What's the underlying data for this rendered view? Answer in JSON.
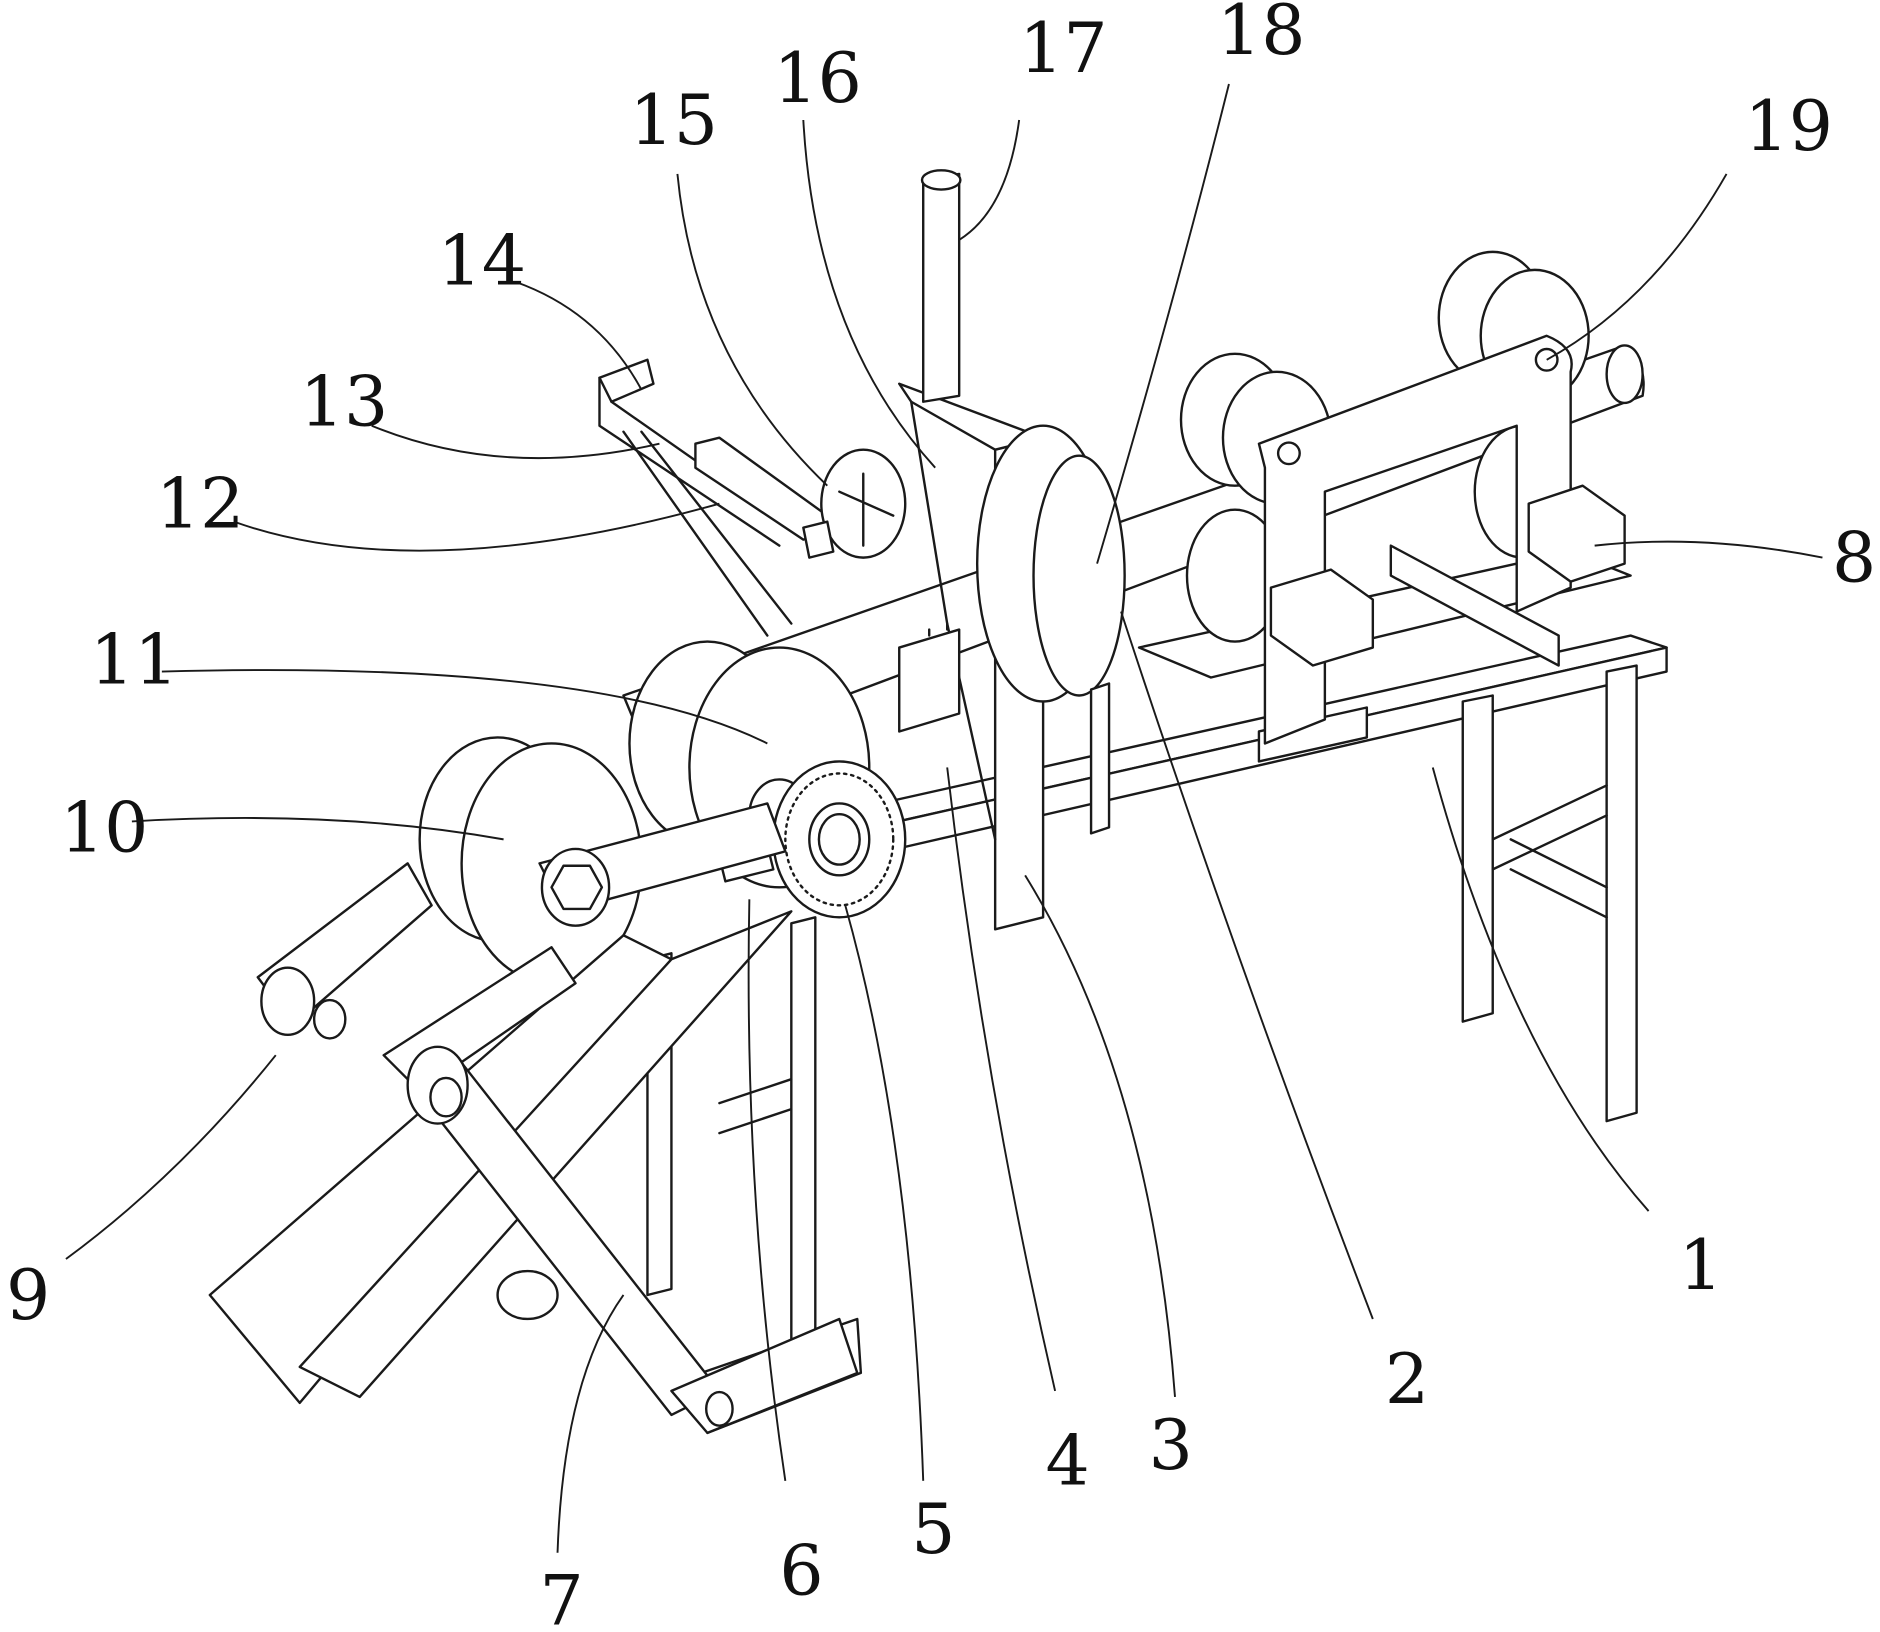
{
  "figure": {
    "type": "patent line drawing",
    "subject": "pipe/rod feeding and cutting machine, perspective view",
    "line_color": "#1a1a1a",
    "background": "#ffffff"
  },
  "labels": [
    {
      "id": "1",
      "text": "1"
    },
    {
      "id": "2",
      "text": "2"
    },
    {
      "id": "3",
      "text": "3"
    },
    {
      "id": "4",
      "text": "4"
    },
    {
      "id": "5",
      "text": "5"
    },
    {
      "id": "6",
      "text": "6"
    },
    {
      "id": "7",
      "text": "7"
    },
    {
      "id": "8",
      "text": "8"
    },
    {
      "id": "9",
      "text": "9"
    },
    {
      "id": "10",
      "text": "10"
    },
    {
      "id": "11",
      "text": "11"
    },
    {
      "id": "12",
      "text": "12"
    },
    {
      "id": "13",
      "text": "13"
    },
    {
      "id": "14",
      "text": "14"
    },
    {
      "id": "15",
      "text": "15"
    },
    {
      "id": "16",
      "text": "16"
    },
    {
      "id": "17",
      "text": "17"
    },
    {
      "id": "18",
      "text": "18"
    },
    {
      "id": "19",
      "text": "19"
    }
  ]
}
